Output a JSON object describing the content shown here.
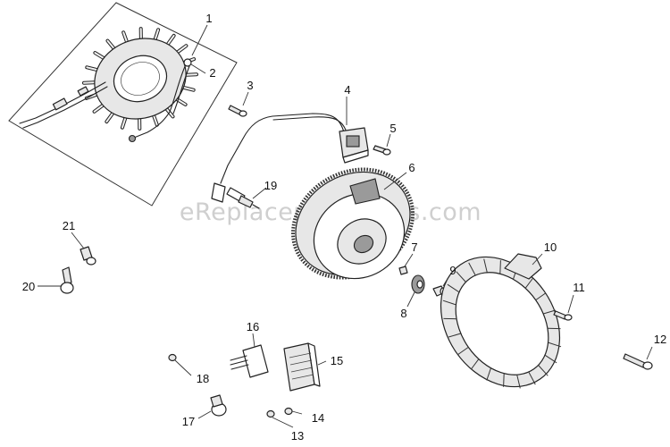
{
  "watermark": "eReplacementParts.com",
  "callouts": [
    {
      "id": "1",
      "text": "1"
    },
    {
      "id": "2",
      "text": "2"
    },
    {
      "id": "3",
      "text": "3"
    },
    {
      "id": "4",
      "text": "4"
    },
    {
      "id": "5",
      "text": "5"
    },
    {
      "id": "6",
      "text": "6"
    },
    {
      "id": "7",
      "text": "7"
    },
    {
      "id": "8",
      "text": "8"
    },
    {
      "id": "9",
      "text": "9"
    },
    {
      "id": "10",
      "text": "10"
    },
    {
      "id": "11",
      "text": "11"
    },
    {
      "id": "12",
      "text": "12"
    },
    {
      "id": "13",
      "text": "13"
    },
    {
      "id": "14",
      "text": "14"
    },
    {
      "id": "15",
      "text": "15"
    },
    {
      "id": "16",
      "text": "16"
    },
    {
      "id": "17",
      "text": "17"
    },
    {
      "id": "18",
      "text": "18"
    },
    {
      "id": "19",
      "text": "19"
    },
    {
      "id": "20",
      "text": "20"
    },
    {
      "id": "21",
      "text": "21"
    }
  ]
}
